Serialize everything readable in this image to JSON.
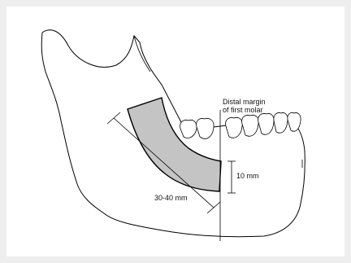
{
  "figure": {
    "label_distal_line1": "Distal margin",
    "label_distal_line2": "of first molar",
    "label_height": "10 mm",
    "label_length": "30-40 mm"
  },
  "colors": {
    "background": "#eeeeee",
    "panel": "#ffffff",
    "stroke": "#000000",
    "graft_fill": "#c4c4c4"
  }
}
